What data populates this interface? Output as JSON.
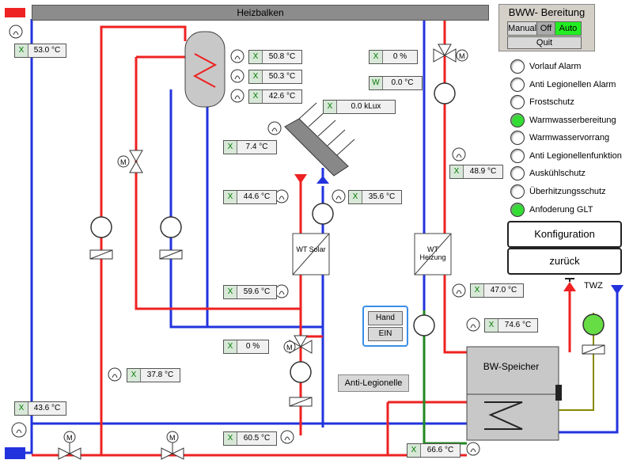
{
  "header": {
    "title": "Heizbalken"
  },
  "mode_panel": {
    "title": "BWW- Bereitung",
    "buttons": {
      "manual": "Manual",
      "off": "Off",
      "auto": "Auto",
      "quit": "Quit"
    },
    "active": "Auto"
  },
  "status_list": [
    {
      "label": "Vorlauf Alarm",
      "on": false
    },
    {
      "label": "Anti Legionellen Alarm",
      "on": false
    },
    {
      "label": "Frostschutz",
      "on": false
    },
    {
      "label": "Warmwasserbereitung",
      "on": true
    },
    {
      "label": "Warmwasservorrang",
      "on": false
    },
    {
      "label": "Anti Legionellenfunktion",
      "on": false
    },
    {
      "label": "Auskühlschutz",
      "on": false
    },
    {
      "label": "Überhitzungsschutz",
      "on": false
    },
    {
      "label": "Anfoderung GLT",
      "on": true
    }
  ],
  "nav": {
    "config": "Konfiguration",
    "back": "zurück"
  },
  "indicators": {
    "t_left_top": {
      "status": "X",
      "value": "53.0 °C"
    },
    "t_tank_1": {
      "status": "X",
      "value": "50.8 °C"
    },
    "t_tank_2": {
      "status": "X",
      "value": "50.3 °C"
    },
    "t_tank_3": {
      "status": "X",
      "value": "42.6 °C"
    },
    "lux": {
      "status": "X",
      "value": "0.0 kLux"
    },
    "valve_top": {
      "status": "X",
      "value": "0 %"
    },
    "w_value": {
      "status": "W",
      "value": "0.0 °C"
    },
    "t_solar_outdoor": {
      "status": "X",
      "value": "7.4 °C"
    },
    "t_solar_flow": {
      "status": "X",
      "value": "44.6 °C"
    },
    "t_solar_return": {
      "status": "X",
      "value": "35.6 °C"
    },
    "t_heating_1": {
      "status": "X",
      "value": "48.9 °C"
    },
    "t_solar_after": {
      "status": "X",
      "value": "59.6 °C"
    },
    "t_heating_2": {
      "status": "X",
      "value": "47.0 °C"
    },
    "valve_mid": {
      "status": "X",
      "value": "0 %"
    },
    "t_speicher_top": {
      "status": "X",
      "value": "74.6 °C"
    },
    "t_left_mid": {
      "status": "X",
      "value": "37.8 °C"
    },
    "t_left_bottom": {
      "status": "X",
      "value": "43.6 °C"
    },
    "t_bottom_mid": {
      "status": "X",
      "value": "60.5 °C"
    },
    "t_speicher_bottom": {
      "status": "X",
      "value": "66.6 °C"
    }
  },
  "labels": {
    "wt_solar": "WT Solar",
    "wt_heizung": "WT Heizung",
    "speicher": "BW-Speicher",
    "twz": "TWZ"
  },
  "hand": {
    "hand": "Hand",
    "ein": "EIN"
  },
  "anti_legionelle": "Anti-Legionelle",
  "colors": {
    "hot": "#ee2222",
    "cold": "#2233dd",
    "green": "#228822",
    "olive": "#888800",
    "led_on": "#33dd33"
  }
}
